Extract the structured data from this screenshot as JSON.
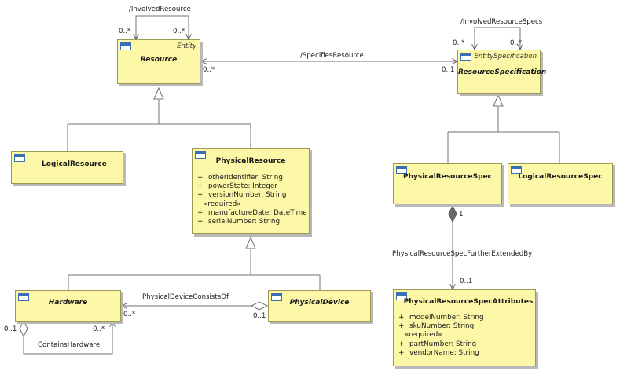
{
  "classes": {
    "resource": {
      "name": "Resource",
      "stereotype": "Entity"
    },
    "logical_resource": {
      "name": "LogicalResource"
    },
    "physical_resource": {
      "name": "PhysicalResource",
      "attributes": [
        {
          "vis": "+",
          "text": "otherIdentifier: String"
        },
        {
          "vis": "+",
          "text": "powerState: Integer"
        },
        {
          "vis": "+",
          "text": "versionNumber: String"
        }
      ],
      "required_label": "«required»",
      "required_attributes": [
        {
          "vis": "+",
          "text": "manufactureDate: DateTime"
        },
        {
          "vis": "+",
          "text": "serialNumber: String"
        }
      ]
    },
    "hardware": {
      "name": "Hardware"
    },
    "physical_device": {
      "name": "PhysicalDevice"
    },
    "resource_specification": {
      "name": "ResourceSpecification",
      "stereotype": "EntitySpecification"
    },
    "physical_resource_spec": {
      "name": "PhysicalResourceSpec"
    },
    "logical_resource_spec": {
      "name": "LogicalResourceSpec"
    },
    "physical_resource_spec_attributes": {
      "name": "PhysicalResourceSpecAttributes",
      "attributes": [
        {
          "vis": "+",
          "text": "modelNumber: String"
        },
        {
          "vis": "+",
          "text": "skuNumber: String"
        }
      ],
      "required_label": "«required»",
      "required_attributes": [
        {
          "vis": "+",
          "text": "partNumber: String"
        },
        {
          "vis": "+",
          "text": "vendorName: String"
        }
      ]
    }
  },
  "associations": {
    "involved_resource": {
      "name": "/InvolvedResource",
      "mult_source": "0..*",
      "mult_target": "0..*"
    },
    "involved_resource_specs": {
      "name": "/InvolvedResourceSpecs",
      "mult_source": "0..*",
      "mult_target": "0..*"
    },
    "specifies_resource": {
      "name": "/SpecifiesResource",
      "mult_resource": "0..*",
      "mult_spec": "0..1"
    },
    "physical_device_consists_of": {
      "name": "PhysicalDeviceConsistsOf",
      "mult_hardware": "0..*",
      "mult_device": "0..1"
    },
    "contains_hardware": {
      "name": "ContainsHardware",
      "mult_whole": "0..1",
      "mult_part": "0..*"
    },
    "further_extended_by": {
      "name": "PhysicalResourceSpecFurtherExtendedBy",
      "mult_whole": "1",
      "mult_part": "0..1"
    }
  },
  "colors": {
    "class_fill": "#fdf8a8",
    "class_border": "#9a9a57",
    "icon": "#3a6fb5",
    "line": "#707070"
  }
}
